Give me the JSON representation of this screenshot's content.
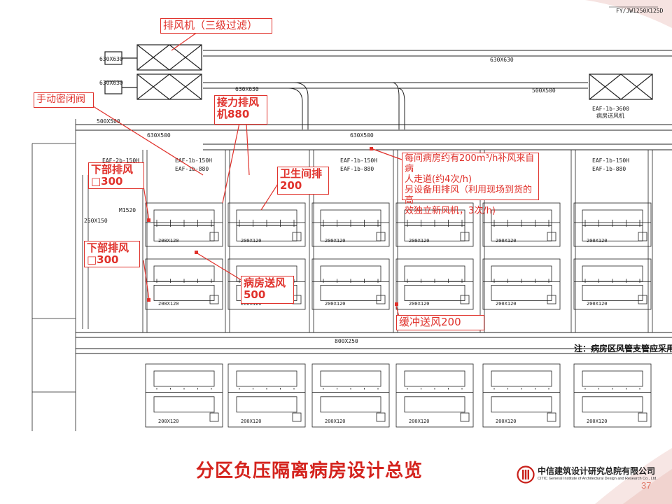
{
  "slide": {
    "title": "分区负压隔离病房设计总览",
    "page_number": "37",
    "logo_cn": "中信建筑设计研究总院有限公司",
    "logo_en": "CITIC General Institute of Architectural Design and Research Co., Ltd.",
    "accent_color": "#e0312b",
    "title_color": "#d4231d"
  },
  "callouts": {
    "exhaust_fan": "排风机（三级过滤）",
    "manual_valve": "手动密闭阀",
    "booster_exhaust": "接力排风机880",
    "lower_exhaust_1": "下部排风□300",
    "lower_exhaust_2": "下部排风□300",
    "toilet_exhaust": "卫生间排200",
    "ward_supply": "病房送风500",
    "buffer_supply": "缓冲送风200",
    "ward_note_line1": "每间病房约有200m³/h补风来自病",
    "ward_note_line2": "人走道(约4次/h)",
    "ward_note_line3": "另设备用排风（利用现场到货的高",
    "ward_note_line4": "效独立新风机，3次/h)"
  },
  "drawing_labels": {
    "duct_630x630_a": "630X630",
    "duct_630x630_b": "630X630",
    "duct_630x630_c": "630X630",
    "duct_500x500_a": "500X500",
    "duct_500x500_b": "500X500",
    "duct_630x500_a": "630X500",
    "duct_630x500_b": "630X500",
    "duct_630x630_d": "630X630",
    "duct_800x250": "800X250",
    "fan_tag_top": "FY/JW1250X125D",
    "fan_tag_right": "EAF-1b-3600",
    "fan_tag_right_sub": "病房送风机",
    "unit_eaf_2b": "EAF-2b-150H",
    "unit_eaf_1b_880": "EAF-1b-880",
    "unit_eaf_1b_150h": "EAF-1b-150H",
    "m1520": "M1520",
    "note_bottom": "注：病房区风管支管应采用",
    "dim_200x120": "200X120",
    "dim_250x150": "250X150"
  }
}
